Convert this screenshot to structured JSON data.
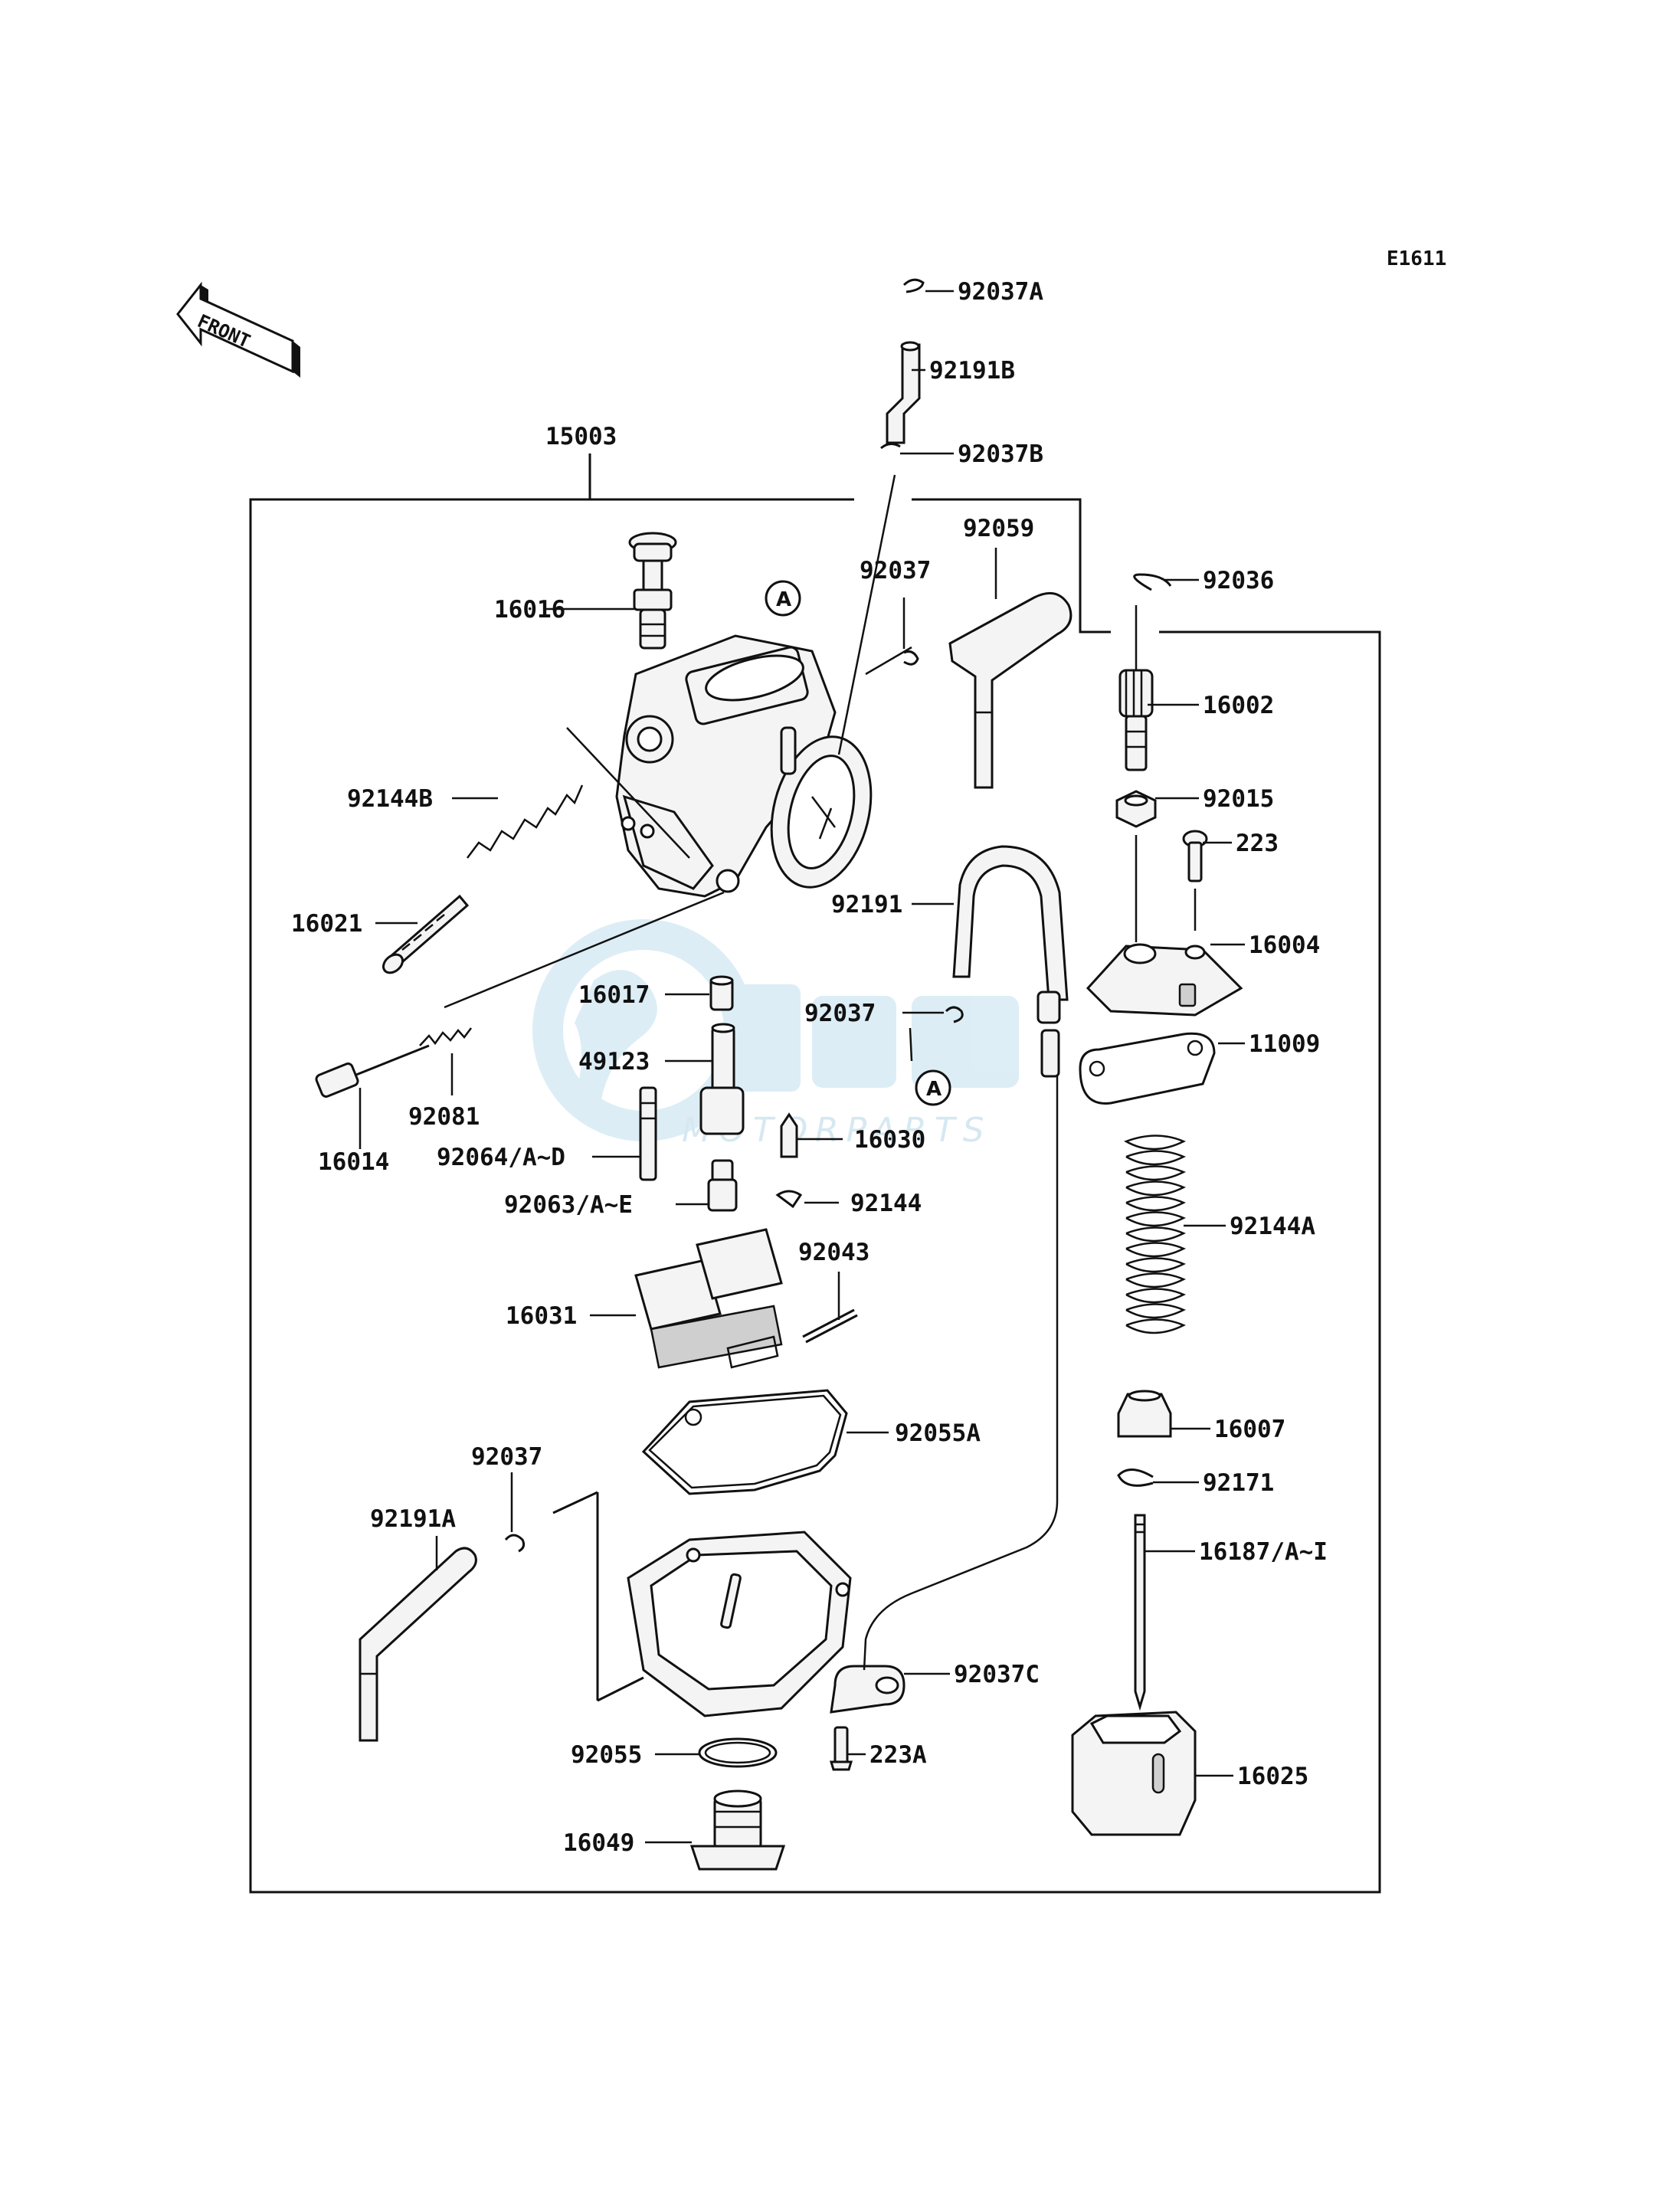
{
  "diagram_code": "E1611",
  "front_arrow_label": "FRONT",
  "ref_marker": "A",
  "watermark": {
    "brand": "fom",
    "sub": "MOTORPARTS"
  },
  "labels": {
    "p15003": "15003",
    "p92037A": "92037A",
    "p92191B": "92191B",
    "p92037B": "92037B",
    "p92059": "92059",
    "p92037_top": "92037",
    "p92036": "92036",
    "p16016": "16016",
    "p16002": "16002",
    "p92144B": "92144B",
    "p92015": "92015",
    "p223": "223",
    "p92191": "92191",
    "p16021": "16021",
    "p16004": "16004",
    "p16017": "16017",
    "p92037_mid": "92037",
    "p11009": "11009",
    "p49123": "49123",
    "p92081": "92081",
    "p16014": "16014",
    "p92064": "92064/A~D",
    "p16030": "16030",
    "p92063": "92063/A~E",
    "p92144": "92144",
    "p92144A": "92144A",
    "p92043": "92043",
    "p16031": "16031",
    "p92055A": "92055A",
    "p16007": "16007",
    "p92037_low": "92037",
    "p92171": "92171",
    "p92191A": "92191A",
    "p16187": "16187/A~I",
    "p92037C": "92037C",
    "p92055": "92055",
    "p223A": "223A",
    "p16025": "16025",
    "p16049": "16049"
  }
}
